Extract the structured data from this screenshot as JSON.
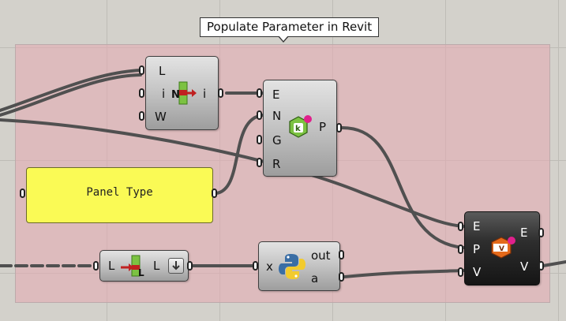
{
  "group": {
    "title": "Populate Parameter in Revit"
  },
  "panel": {
    "text": "Panel Type"
  },
  "components": {
    "list_item": {
      "inputs": [
        "L",
        "i",
        "W"
      ],
      "outputs": [
        "i"
      ],
      "icon_text": "N"
    },
    "element_param": {
      "inputs": [
        "E",
        "N",
        "G",
        "R"
      ],
      "outputs": [
        "P"
      ],
      "icon_text": "k"
    },
    "set_param": {
      "inputs": [
        "E",
        "P",
        "V"
      ],
      "outputs": [
        "E",
        "V"
      ],
      "icon_text": "V"
    },
    "list_input": {
      "inputs": [
        "L"
      ],
      "outputs": [
        "L"
      ],
      "icon_text": "L"
    },
    "python": {
      "inputs": [
        "x"
      ],
      "outputs": [
        "out",
        "a"
      ]
    }
  },
  "colors": {
    "canvas": "#d3d1cb",
    "group_fill": "#e6aab2",
    "panel_fill": "#fafa55",
    "wire": "#505050",
    "accent_green": "#7cc242",
    "accent_magenta": "#e0208c"
  }
}
